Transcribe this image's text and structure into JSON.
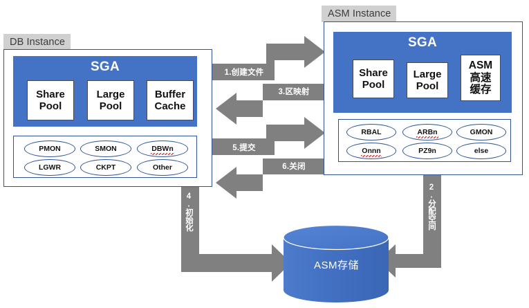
{
  "diagram": {
    "title": "Oracle ASM architecture interaction diagram",
    "colors": {
      "sga_blue": "#4472C4",
      "border_blue": "#2E5496",
      "arrow_gray": "#808080",
      "tag_gray": "#D0D0D0",
      "cylinder_blue": "#4472C4"
    }
  },
  "db_instance": {
    "tag": "DB Instance",
    "sga": {
      "title": "SGA",
      "pools": [
        {
          "label": "Share\nPool"
        },
        {
          "label": "Large\nPool"
        },
        {
          "label": "Buffer\nCache"
        }
      ]
    },
    "processes": [
      {
        "label": "PMON",
        "misspelled": false
      },
      {
        "label": "SMON",
        "misspelled": false
      },
      {
        "label": "DBWn",
        "misspelled": true
      },
      {
        "label": "LGWR",
        "misspelled": false
      },
      {
        "label": "CKPT",
        "misspelled": false
      },
      {
        "label": "Other",
        "misspelled": false
      }
    ]
  },
  "asm_instance": {
    "tag": "ASM Instance",
    "sga": {
      "title": "SGA",
      "pools": [
        {
          "label": "Share\nPool"
        },
        {
          "label": "Large\nPool"
        },
        {
          "label": "ASM\n高速\n缓存"
        }
      ]
    },
    "processes": [
      {
        "label": "RBAL",
        "misspelled": false
      },
      {
        "label": "ARBn",
        "misspelled": true
      },
      {
        "label": "GMON",
        "misspelled": false
      },
      {
        "label": "Onnn",
        "misspelled": true
      },
      {
        "label": "PZ9n",
        "misspelled": false
      },
      {
        "label": "else",
        "misspelled": false
      }
    ]
  },
  "storage": {
    "label": "ASM存储"
  },
  "flows": [
    {
      "id": "step1",
      "label": "1.创建文件",
      "direction": "db-to-asm"
    },
    {
      "id": "step2",
      "label": "2.分配空间",
      "direction": "asm-to-storage"
    },
    {
      "id": "step3",
      "label": "3.区映射",
      "direction": "asm-to-db"
    },
    {
      "id": "step4",
      "label": "4.初始化",
      "direction": "db-to-storage"
    },
    {
      "id": "step5",
      "label": "5.提交",
      "direction": "db-to-asm"
    },
    {
      "id": "step6",
      "label": "6.关闭",
      "direction": "asm-to-db"
    }
  ]
}
